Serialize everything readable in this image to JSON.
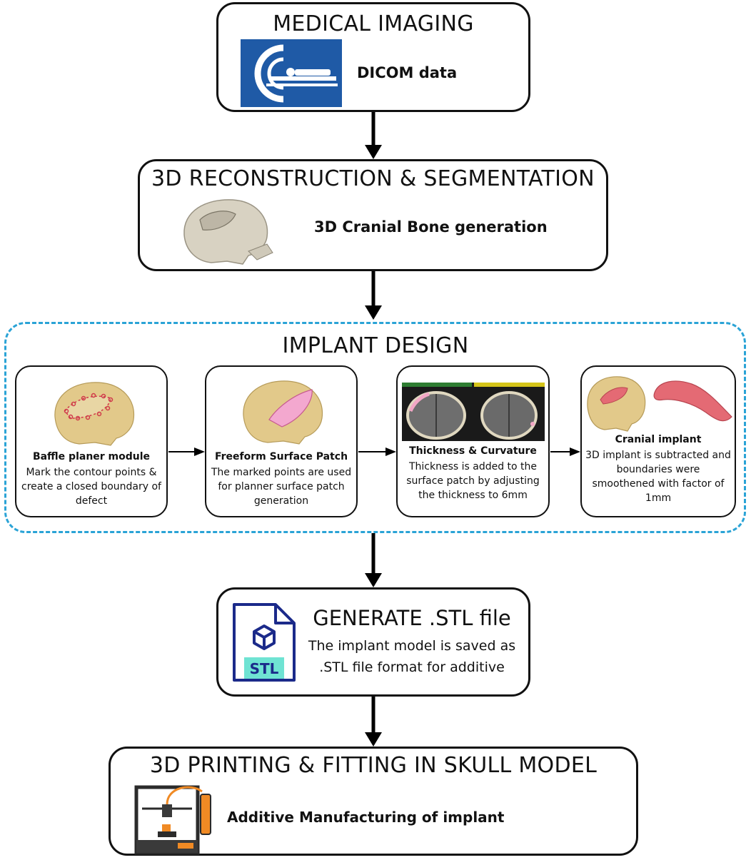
{
  "medical_imaging": {
    "title": "MEDICAL IMAGING",
    "label": "DICOM data"
  },
  "reconstruction": {
    "title": "3D RECONSTRUCTION & SEGMENTATION",
    "label": "3D Cranial Bone generation"
  },
  "implant_design": {
    "title": "IMPLANT DESIGN",
    "steps": [
      {
        "title": "Baffle planer module",
        "desc": "Mark the contour points & create a closed boundary of defect"
      },
      {
        "title": "Freeform Surface Patch",
        "desc": "The marked points are used for planner surface patch generation"
      },
      {
        "title": "Thickness & Curvature",
        "desc": "Thickness is added to the surface patch by adjusting the thickness to 6mm"
      },
      {
        "title": "Cranial implant",
        "desc": "3D implant is subtracted and boundaries were smoothened with factor of 1mm"
      }
    ]
  },
  "generate_stl": {
    "title": "GENERATE .STL file",
    "desc_line1": "The implant model is saved as",
    "desc_line2": ".STL file format for additive",
    "icon_text": "STL"
  },
  "printing": {
    "title": "3D PRINTING & FITTING IN SKULL MODEL",
    "label": "Additive Manufacturing of implant"
  },
  "colors": {
    "dashed_border": "#2aa3d6",
    "dicom_blue": "#1f5aa6",
    "skull": "#e2c98a",
    "implant": "#e46a74",
    "stl_navy": "#1b2a8a",
    "stl_teal": "#6fe3d3",
    "printer_orange": "#f08a24"
  }
}
